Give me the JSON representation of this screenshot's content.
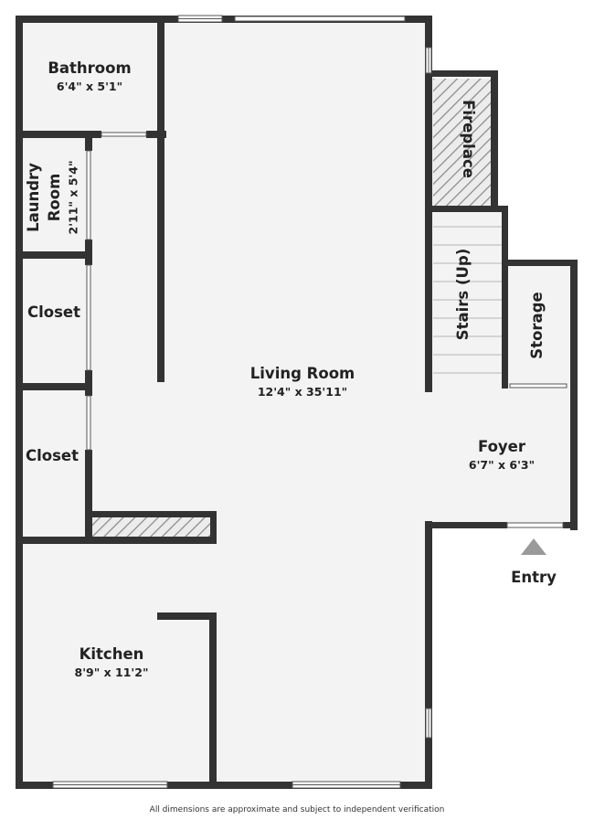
{
  "rooms": {
    "bathroom": {
      "name": "Bathroom",
      "dims": "6'4\" x 5'1\""
    },
    "laundry": {
      "name_line1": "Laundry",
      "name_line2": "Room",
      "dims": "2'11\" x 5'4\""
    },
    "fireplace": {
      "name": "Fireplace"
    },
    "stairs": {
      "name": "Stairs (Up)"
    },
    "storage": {
      "name": "Storage"
    },
    "closet_upper": {
      "name": "Closet"
    },
    "closet_lower": {
      "name": "Closet"
    },
    "living_room": {
      "name": "Living Room",
      "dims": "12'4\" x 35'11\""
    },
    "foyer": {
      "name": "Foyer",
      "dims": "6'7\" x 6'3\""
    },
    "kitchen": {
      "name": "Kitchen",
      "dims": "8'9\" x 11'2\""
    }
  },
  "entry": {
    "label": "Entry"
  },
  "disclaimer": "All dimensions are approximate and subject to independent verification",
  "colors": {
    "floor": "#f3f3f3",
    "wall": "#333333",
    "window": "#ffffff",
    "entry_marker": "#9a9a9a"
  }
}
